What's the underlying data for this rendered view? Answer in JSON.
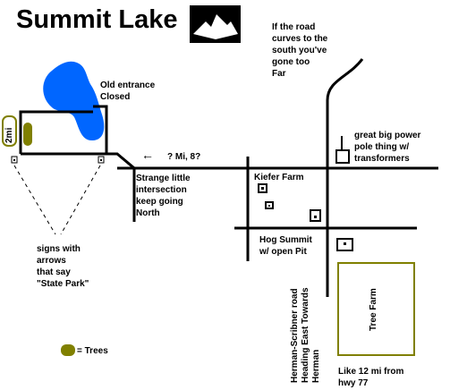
{
  "title": "Summit Lake",
  "icons": {
    "logo": "mountain-logo-icon",
    "arrow": "left-arrow",
    "legend": "tree-blob-icon"
  },
  "colors": {
    "lake": "#0066ff",
    "trees": "#808000",
    "roads": "#000000",
    "background": "#ffffff"
  },
  "labels": {
    "road_curves": "If the road\ncurves to the\nsouth you've\ngone too\nFar",
    "old_entrance": "Old entrance\nClosed",
    "distance_marker": "2mi",
    "mileage_question": "? Mi, 8?",
    "arrow": "←",
    "power_pole": "great big power\npole thing w/\ntransformers",
    "strange_intersection": "Strange little\nintersection\nkeep going\nNorth",
    "kiefer_farm": "Kiefer Farm",
    "hog_summit": "Hog Summit\nw/ open Pit",
    "signs": "signs with\narrows\nthat say\n\"State Park\"",
    "road_name": [
      "Herman-Scribner road",
      "Heading East Towards",
      "Herman"
    ],
    "tree_farm": "Tree Farm",
    "hwy_note": "Like 12 mi from\nhwy 77"
  },
  "legend": {
    "trees_label": "= Trees"
  }
}
